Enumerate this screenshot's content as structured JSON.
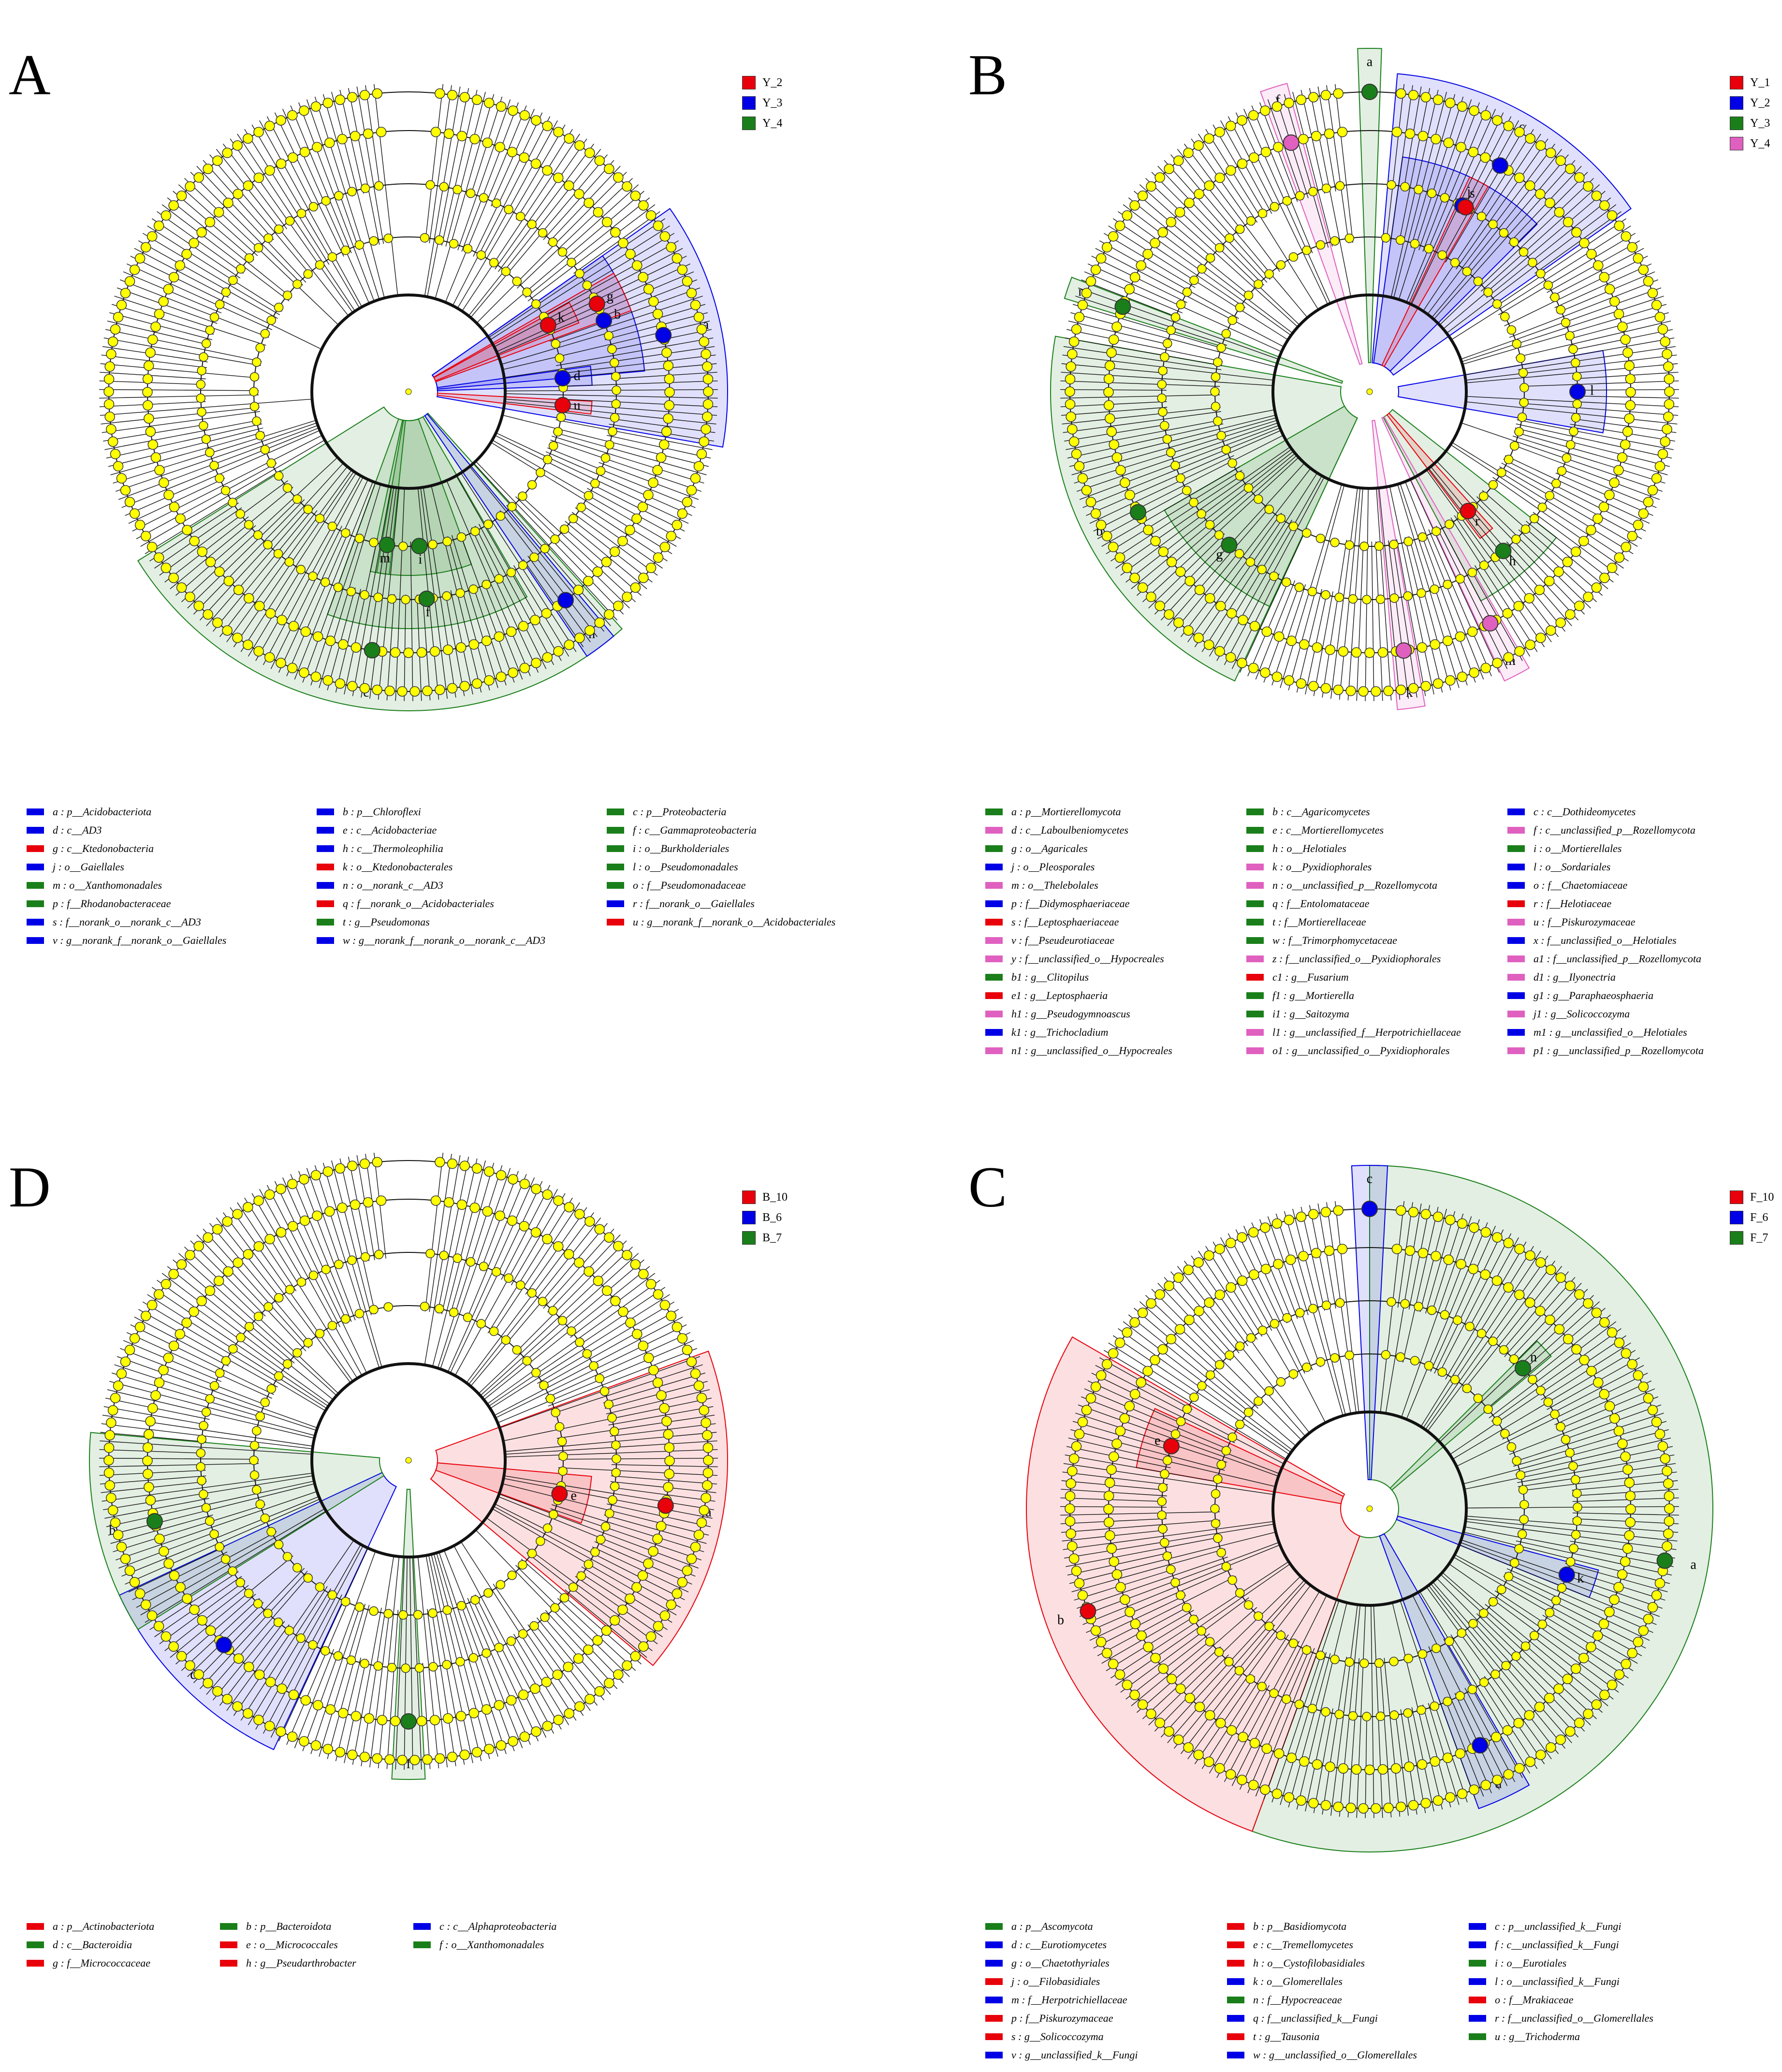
{
  "colors": {
    "red": "#e8000b",
    "blue": "#0000e6",
    "green": "#1a7f1a",
    "pink": "#e060c0",
    "node": "#ffff00"
  },
  "panels": [
    {
      "letter": "A",
      "groups": [
        {
          "name": "Y_2",
          "color": "red"
        },
        {
          "name": "Y_3",
          "color": "blue"
        },
        {
          "name": "Y_4",
          "color": "green"
        }
      ],
      "sectors": [
        {
          "label": "a",
          "color": "blue",
          "start": 55,
          "end": 100,
          "ring": 4
        },
        {
          "label": "b",
          "color": "blue",
          "start": 55,
          "end": 85,
          "ring": 3
        },
        {
          "label": "c",
          "color": "green",
          "start": 138,
          "end": 238,
          "ring": 4
        },
        {
          "label": "f",
          "color": "green",
          "start": 150,
          "end": 200,
          "ring": 3
        },
        {
          "label": "i",
          "color": "green",
          "start": 160,
          "end": 192,
          "ring": 2
        },
        {
          "label": "g",
          "color": "red",
          "start": 60,
          "end": 70,
          "ring": 3
        },
        {
          "label": "k",
          "color": "red",
          "start": 61,
          "end": 68,
          "ring": 2
        },
        {
          "label": "h",
          "color": "blue",
          "start": 140,
          "end": 146,
          "ring": 4
        },
        {
          "label": "d",
          "color": "blue",
          "start": 82,
          "end": 88,
          "ring": 2
        },
        {
          "label": "u",
          "color": "red",
          "start": 93,
          "end": 97,
          "ring": 2
        },
        {
          "label": "m",
          "color": "green",
          "start": 186,
          "end": 190,
          "ring": 2
        }
      ],
      "taxa": [
        {
          "t": "a : p__Acidobacteriota",
          "c": "blue"
        },
        {
          "t": "b : p__Chloroflexi",
          "c": "blue"
        },
        {
          "t": "c : p__Proteobacteria",
          "c": "green"
        },
        {
          "t": "d : c__AD3",
          "c": "blue"
        },
        {
          "t": "e : c__Acidobacteriae",
          "c": "blue"
        },
        {
          "t": "f : c__Gammaproteobacteria",
          "c": "green"
        },
        {
          "t": "g : c__Ktedonobacteria",
          "c": "red"
        },
        {
          "t": "h : c__Thermoleophilia",
          "c": "blue"
        },
        {
          "t": "i : o__Burkholderiales",
          "c": "green"
        },
        {
          "t": "j : o__Gaiellales",
          "c": "blue"
        },
        {
          "t": "k : o__Ktedonobacterales",
          "c": "red"
        },
        {
          "t": "l : o__Pseudomonadales",
          "c": "green"
        },
        {
          "t": "m : o__Xanthomonadales",
          "c": "green"
        },
        {
          "t": "n : o__norank_c__AD3",
          "c": "blue"
        },
        {
          "t": "o : f__Pseudomonadaceae",
          "c": "green"
        },
        {
          "t": "p : f__Rhodanobacteraceae",
          "c": "green"
        },
        {
          "t": "q : f__norank_o__Acidobacteriales",
          "c": "red"
        },
        {
          "t": "r : f__norank_o__Gaiellales",
          "c": "blue"
        },
        {
          "t": "s : f__norank_o__norank_c__AD3",
          "c": "blue"
        },
        {
          "t": "t : g__Pseudomonas",
          "c": "green"
        },
        {
          "t": "u : g__norank_f__norank_o__Acidobacteriales",
          "c": "red"
        },
        {
          "t": "v : g__norank_f__norank_o__Gaiellales",
          "c": "blue"
        },
        {
          "t": "w : g__norank_f__norank_o__norank_c__AD3",
          "c": "blue"
        }
      ]
    },
    {
      "letter": "B",
      "groups": [
        {
          "name": "Y_1",
          "color": "red"
        },
        {
          "name": "Y_2",
          "color": "blue"
        },
        {
          "name": "Y_3",
          "color": "green"
        },
        {
          "name": "Y_4",
          "color": "pink"
        }
      ],
      "sectors": [
        {
          "label": "c",
          "color": "blue",
          "start": 5,
          "end": 55,
          "ring": 4
        },
        {
          "label": "j",
          "color": "blue",
          "start": 8,
          "end": 45,
          "ring": 3
        },
        {
          "label": "b",
          "color": "green",
          "start": 205,
          "end": 280,
          "ring": 4
        },
        {
          "label": "g",
          "color": "green",
          "start": 205,
          "end": 240,
          "ring": 3
        },
        {
          "label": "l",
          "color": "blue",
          "start": 80,
          "end": 100,
          "ring": 3
        },
        {
          "label": "h",
          "color": "green",
          "start": 128,
          "end": 152,
          "ring": 3
        },
        {
          "label": "a",
          "color": "green",
          "start": 358,
          "end": 2,
          "ring": 5
        },
        {
          "label": "f",
          "color": "pink",
          "start": 340,
          "end": 345,
          "ring": 4
        },
        {
          "label": "s",
          "color": "red",
          "start": 25,
          "end": 30,
          "ring": 3
        },
        {
          "label": "r",
          "color": "red",
          "start": 138,
          "end": 143,
          "ring": 2
        },
        {
          "label": "k",
          "color": "pink",
          "start": 170,
          "end": 175,
          "ring": 4
        },
        {
          "label": "m",
          "color": "pink",
          "start": 150,
          "end": 155,
          "ring": 4
        },
        {
          "label": "n",
          "color": "green",
          "start": 287,
          "end": 291,
          "ring": 4
        }
      ],
      "taxa": [
        {
          "t": "a : p__Mortierellomycota",
          "c": "green"
        },
        {
          "t": "b : c__Agaricomycetes",
          "c": "green"
        },
        {
          "t": "c : c__Dothideomycetes",
          "c": "blue"
        },
        {
          "t": "d : c__Laboulbeniomycetes",
          "c": "pink"
        },
        {
          "t": "e : c__Mortierellomycetes",
          "c": "green"
        },
        {
          "t": "f : c__unclassified_p__Rozellomycota",
          "c": "pink"
        },
        {
          "t": "g : o__Agaricales",
          "c": "green"
        },
        {
          "t": "h : o__Helotiales",
          "c": "green"
        },
        {
          "t": "i : o__Mortierellales",
          "c": "green"
        },
        {
          "t": "j : o__Pleosporales",
          "c": "blue"
        },
        {
          "t": "k : o__Pyxidiophorales",
          "c": "pink"
        },
        {
          "t": "l : o__Sordariales",
          "c": "blue"
        },
        {
          "t": "m : o__Thelebolales",
          "c": "pink"
        },
        {
          "t": "n : o__unclassified_p__Rozellomycota",
          "c": "pink"
        },
        {
          "t": "o : f__Chaetomiaceae",
          "c": "blue"
        },
        {
          "t": "p : f__Didymosphaeriaceae",
          "c": "blue"
        },
        {
          "t": "q : f__Entolomataceae",
          "c": "green"
        },
        {
          "t": "r : f__Helotiaceae",
          "c": "red"
        },
        {
          "t": "s : f__Leptosphaeriaceae",
          "c": "red"
        },
        {
          "t": "t : f__Mortierellaceae",
          "c": "green"
        },
        {
          "t": "u : f__Piskurozymaceae",
          "c": "pink"
        },
        {
          "t": "v : f__Pseudeurotiaceae",
          "c": "pink"
        },
        {
          "t": "w : f__Trimorphomycetaceae",
          "c": "green"
        },
        {
          "t": "x : f__unclassified_o__Helotiales",
          "c": "blue"
        },
        {
          "t": "y : f__unclassified_o__Hypocreales",
          "c": "pink"
        },
        {
          "t": "z : f__unclassified_o__Pyxidiophorales",
          "c": "pink"
        },
        {
          "t": "a1 : f__unclassified_p__Rozellomycota",
          "c": "pink"
        },
        {
          "t": "b1 : g__Clitopilus",
          "c": "green"
        },
        {
          "t": "c1 : g__Fusarium",
          "c": "red"
        },
        {
          "t": "d1 : g__Ilyonectria",
          "c": "pink"
        },
        {
          "t": "e1 : g__Leptosphaeria",
          "c": "red"
        },
        {
          "t": "f1 : g__Mortierella",
          "c": "green"
        },
        {
          "t": "g1 : g__Paraphaeosphaeria",
          "c": "blue"
        },
        {
          "t": "h1 : g__Pseudogymnoascus",
          "c": "pink"
        },
        {
          "t": "i1 : g__Saitozyma",
          "c": "green"
        },
        {
          "t": "j1 : g__Solicoccozyma",
          "c": "pink"
        },
        {
          "t": "k1 : g__Trichocladium",
          "c": "blue"
        },
        {
          "t": "l1 : g__unclassified_f__Herpotrichiellaceae",
          "c": "pink"
        },
        {
          "t": "m1 : g__unclassified_o__Helotiales",
          "c": "blue"
        },
        {
          "t": "n1 : g__unclassified_o__Hypocreales",
          "c": "pink"
        },
        {
          "t": "o1 : g__unclassified_o__Pyxidiophorales",
          "c": "pink"
        },
        {
          "t": "p1 : g__unclassified_p__Rozellomycota",
          "c": "pink"
        }
      ]
    },
    {
      "letter": "D",
      "groups": [
        {
          "name": "B_10",
          "color": "red"
        },
        {
          "name": "B_6",
          "color": "blue"
        },
        {
          "name": "B_7",
          "color": "green"
        }
      ],
      "sectors": [
        {
          "label": "a",
          "color": "red",
          "start": 70,
          "end": 130,
          "ring": 4
        },
        {
          "label": "e",
          "color": "red",
          "start": 95,
          "end": 110,
          "ring": 2
        },
        {
          "label": "c",
          "color": "blue",
          "start": 205,
          "end": 245,
          "ring": 4
        },
        {
          "label": "b",
          "color": "green",
          "start": 238,
          "end": 275,
          "ring": 4
        },
        {
          "label": "f",
          "color": "green",
          "start": 177,
          "end": 183,
          "ring": 4
        }
      ],
      "taxa": [
        {
          "t": "a : p__Actinobacteriota",
          "c": "red"
        },
        {
          "t": "b : p__Bacteroidota",
          "c": "green"
        },
        {
          "t": "c : c__Alphaproteobacteria",
          "c": "blue"
        },
        {
          "t": "d : c__Bacteroidia",
          "c": "green"
        },
        {
          "t": "e : o__Micrococcales",
          "c": "red"
        },
        {
          "t": "f : o__Xanthomonadales",
          "c": "green"
        },
        {
          "t": "g : f__Micrococcaceae",
          "c": "red"
        },
        {
          "t": "h : g__Pseudarthrobacter",
          "c": "red"
        }
      ]
    },
    {
      "letter": "C",
      "groups": [
        {
          "name": "F_10",
          "color": "red"
        },
        {
          "name": "F_6",
          "color": "blue"
        },
        {
          "name": "F_7",
          "color": "green"
        }
      ],
      "sectors": [
        {
          "label": "a",
          "color": "green",
          "start": 0,
          "end": 200,
          "ring": 5
        },
        {
          "label": "b",
          "color": "red",
          "start": 200,
          "end": 300,
          "ring": 5
        },
        {
          "label": "c",
          "color": "blue",
          "start": 357,
          "end": 3,
          "ring": 5
        },
        {
          "label": "d",
          "color": "blue",
          "start": 150,
          "end": 160,
          "ring": 4
        },
        {
          "label": "k",
          "color": "blue",
          "start": 105,
          "end": 112,
          "ring": 3
        },
        {
          "label": "e",
          "color": "red",
          "start": 280,
          "end": 295,
          "ring": 3
        },
        {
          "label": "n",
          "color": "green",
          "start": 45,
          "end": 50,
          "ring": 3
        }
      ],
      "taxa": [
        {
          "t": "a : p__Ascomycota",
          "c": "green"
        },
        {
          "t": "b : p__Basidiomycota",
          "c": "red"
        },
        {
          "t": "c : p__unclassified_k__Fungi",
          "c": "blue"
        },
        {
          "t": "d : c__Eurotiomycetes",
          "c": "blue"
        },
        {
          "t": "e : c__Tremellomycetes",
          "c": "red"
        },
        {
          "t": "f : c__unclassified_k__Fungi",
          "c": "blue"
        },
        {
          "t": "g : o__Chaetothyriales",
          "c": "blue"
        },
        {
          "t": "h : o__Cystofilobasidiales",
          "c": "red"
        },
        {
          "t": "i : o__Eurotiales",
          "c": "green"
        },
        {
          "t": "j : o__Filobasidiales",
          "c": "red"
        },
        {
          "t": "k : o__Glomerellales",
          "c": "blue"
        },
        {
          "t": "l : o__unclassified_k__Fungi",
          "c": "blue"
        },
        {
          "t": "m : f__Herpotrichiellaceae",
          "c": "blue"
        },
        {
          "t": "n : f__Hypocreaceae",
          "c": "green"
        },
        {
          "t": "o : f__Mrakiaceae",
          "c": "red"
        },
        {
          "t": "p : f__Piskurozymaceae",
          "c": "red"
        },
        {
          "t": "q : f__unclassified_k__Fungi",
          "c": "blue"
        },
        {
          "t": "r : f__unclassified_o__Glomerellales",
          "c": "blue"
        },
        {
          "t": "s : g__Solicoccozyma",
          "c": "red"
        },
        {
          "t": "t : g__Tausonia",
          "c": "red"
        },
        {
          "t": "u : g__Trichoderma",
          "c": "green"
        },
        {
          "t": "v : g__unclassified_k__Fungi",
          "c": "blue"
        },
        {
          "t": "w : g__unclassified_o__Glomerellales",
          "c": "blue"
        }
      ]
    }
  ]
}
